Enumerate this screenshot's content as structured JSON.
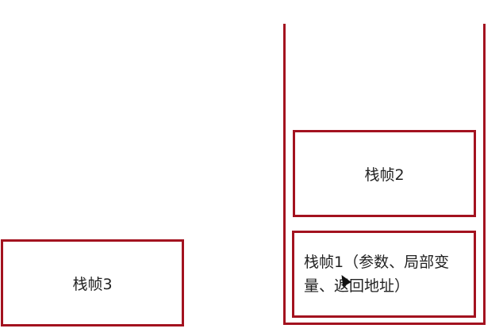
{
  "frames": {
    "frame3": "栈帧3",
    "frame2": "栈帧2",
    "frame1": "栈帧1（参数、局部变量、返回地址）"
  },
  "colors": {
    "border": "#a3121f"
  }
}
